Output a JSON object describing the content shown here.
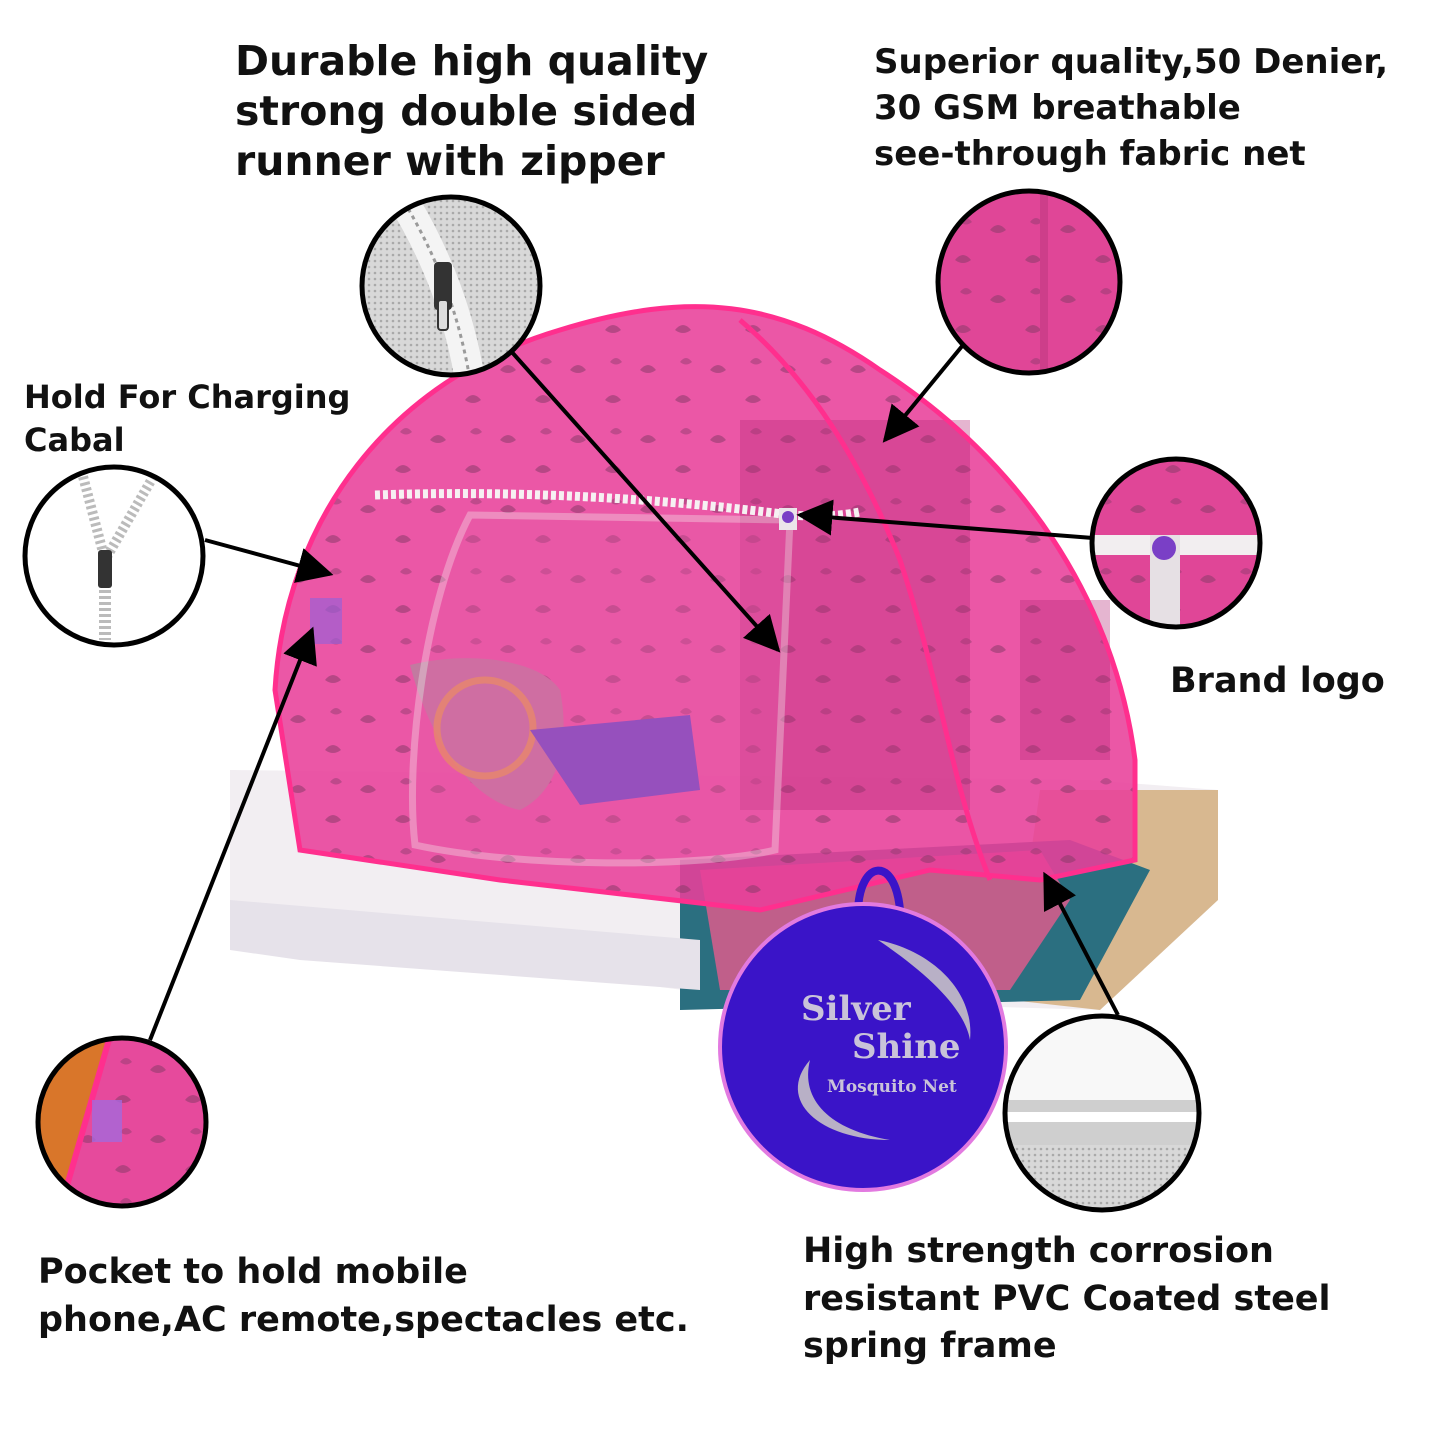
{
  "captions": {
    "zipper": [
      "Durable high quality",
      "strong double sided",
      "runner with zipper"
    ],
    "fabric": [
      "Superior quality,50 Denier,",
      "30 GSM breathable",
      "see-through fabric net"
    ],
    "charging": [
      "Hold For Charging",
      "Cabal"
    ],
    "logo": [
      "Brand logo"
    ],
    "pocket": [
      "Pocket to hold mobile",
      "phone,AC remote,spectacles etc."
    ],
    "frame": [
      "High strength corrosion",
      "resistant PVC Coated steel",
      "spring frame"
    ]
  },
  "bag": {
    "line1": "Silver",
    "line2": "Shine",
    "line3": "Mosquito Net"
  },
  "colors": {
    "net_pink": "#e8409a",
    "frame_pink": "#ff2f8e",
    "bag_blue": "#3a14c8",
    "text": "#111111"
  }
}
